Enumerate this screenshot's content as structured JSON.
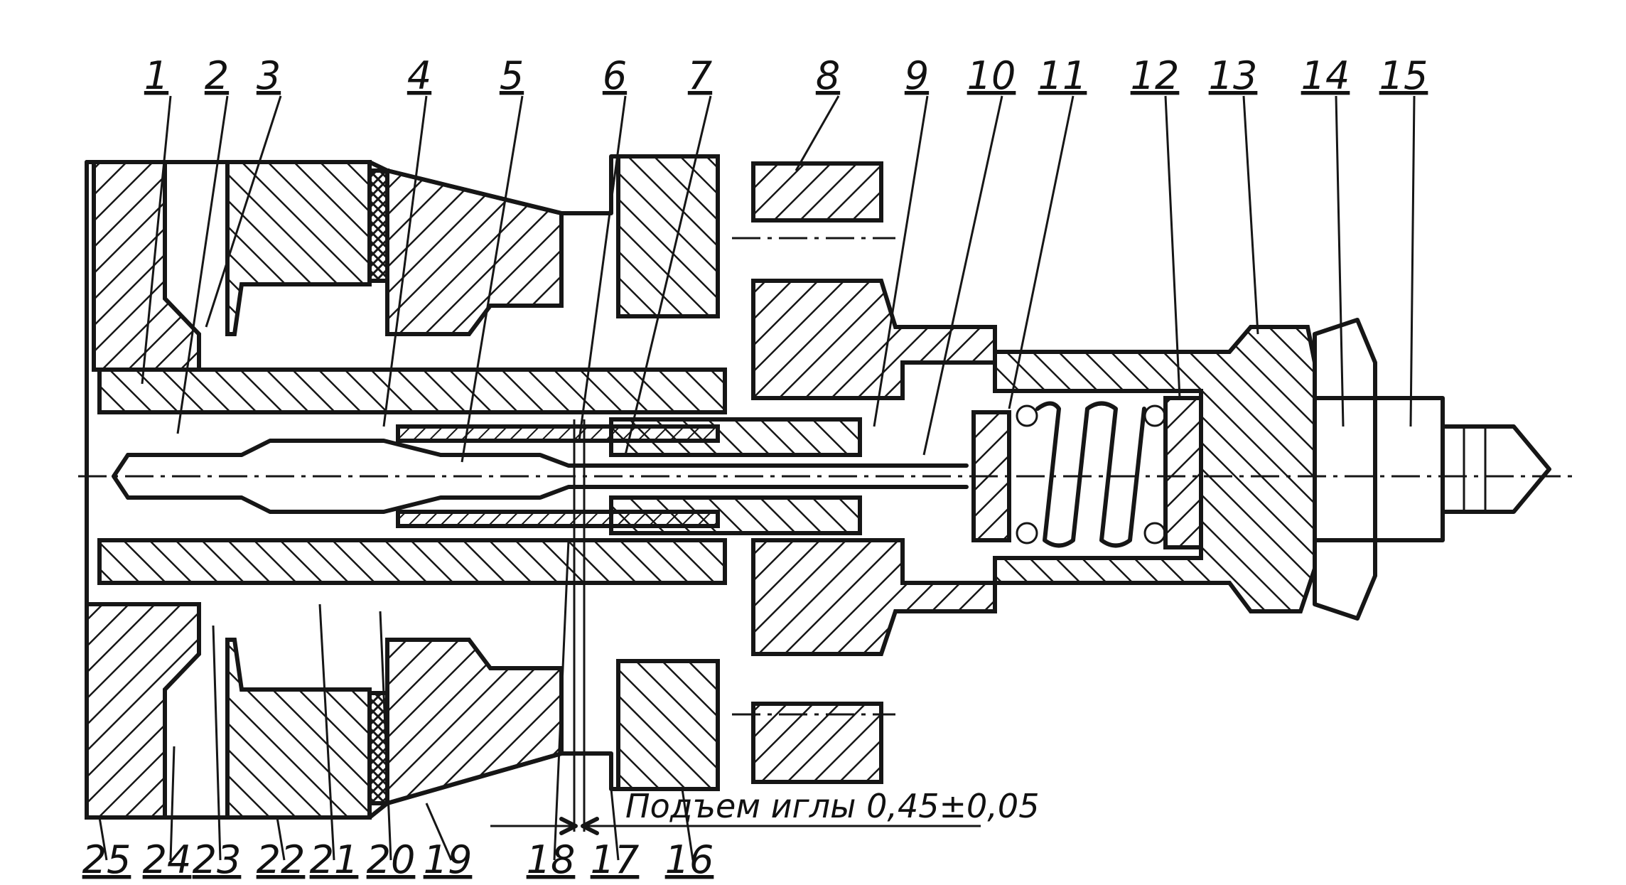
{
  "drawing": {
    "callouts_top": [
      "1",
      "2",
      "3",
      "4",
      "5",
      "6",
      "7",
      "8",
      "9",
      "10",
      "11",
      "12",
      "13",
      "14",
      "15"
    ],
    "callouts_bottom": [
      "25",
      "24",
      "23",
      "22",
      "21",
      "20",
      "19",
      "18",
      "17",
      "16"
    ],
    "dimension_note": "Подъем иглы 0,45±0,05"
  }
}
